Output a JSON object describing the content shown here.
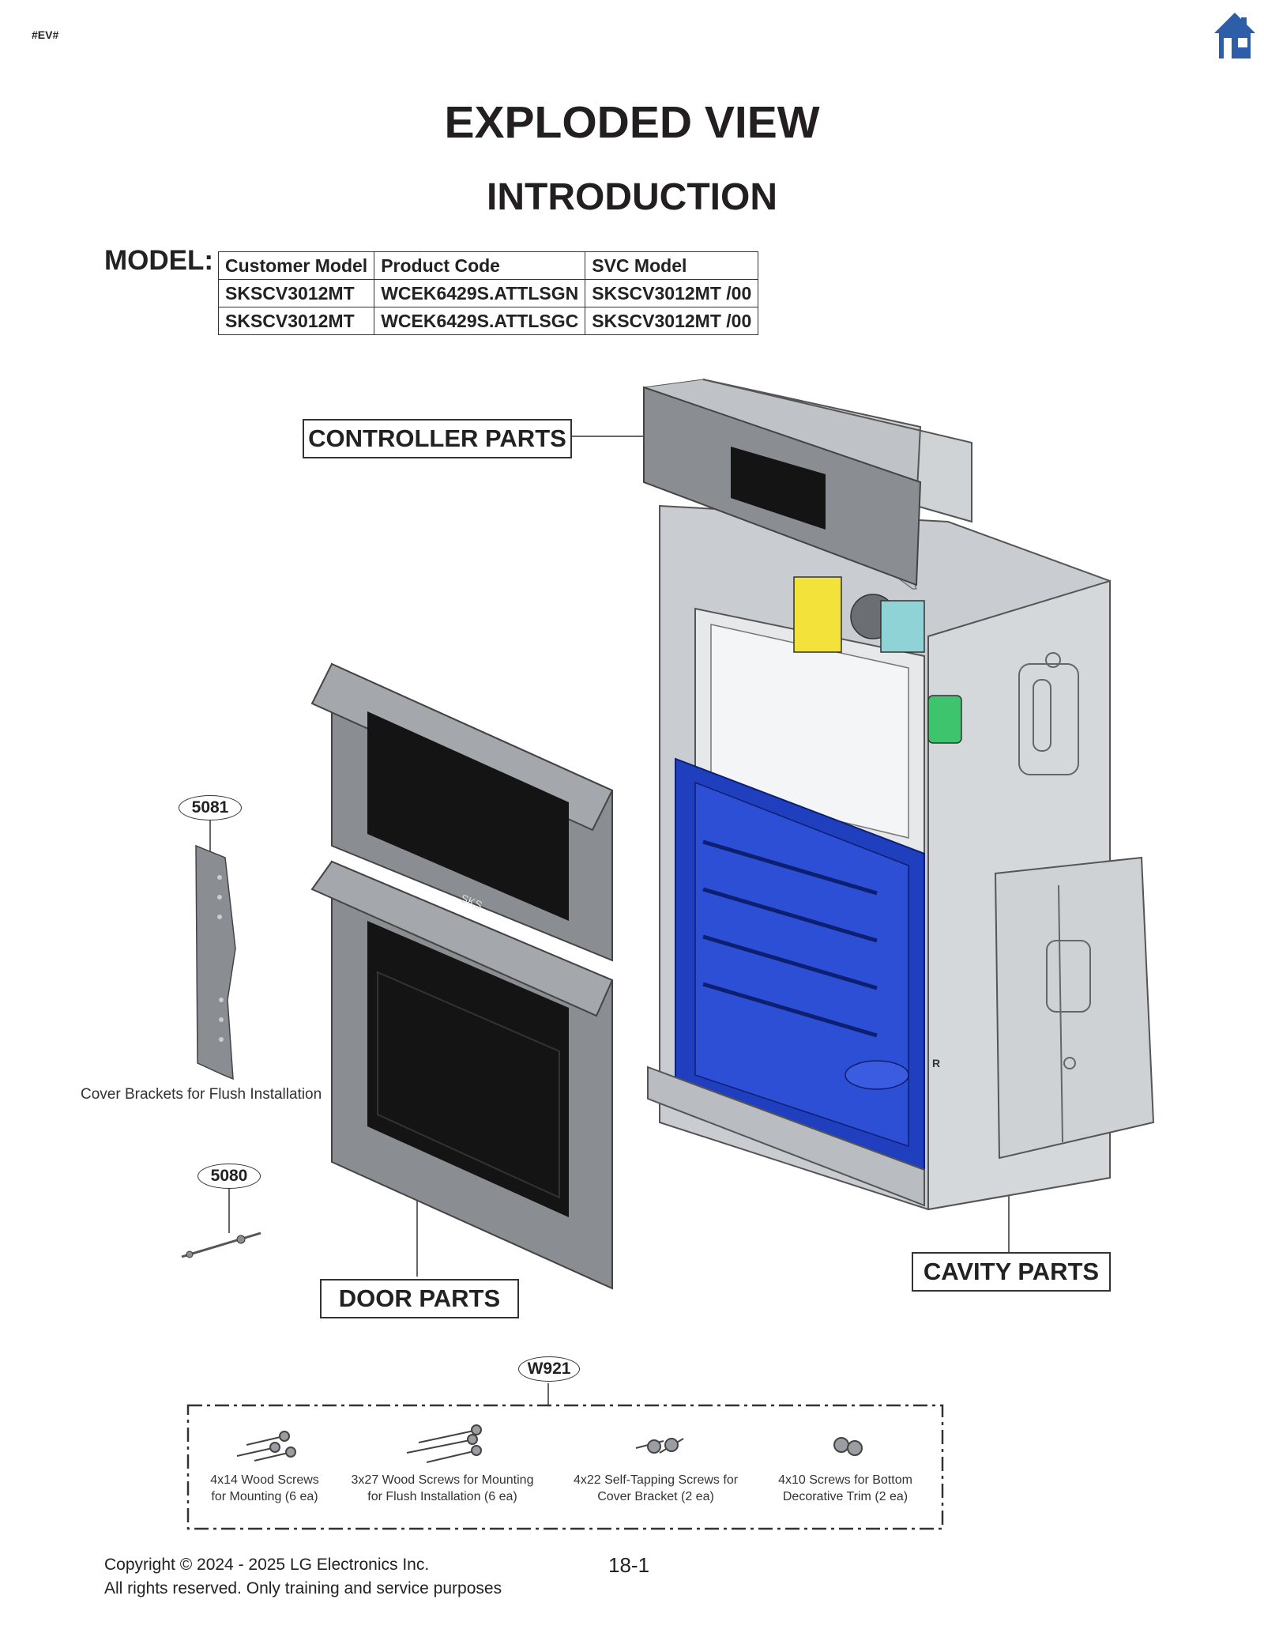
{
  "header": {
    "page_tag": "#EV#",
    "title": "EXPLODED VIEW",
    "subtitle": "INTRODUCTION",
    "home_icon": "home-icon"
  },
  "model": {
    "label": "MODEL:",
    "columns": [
      "Customer Model",
      "Product Code",
      "SVC Model"
    ],
    "rows": [
      [
        "SKSCV3012MT",
        "WCEK6429S.ATTLSGN",
        "SKSCV3012MT  /00"
      ],
      [
        "SKSCV3012MT",
        "WCEK6429S.ATTLSGC",
        "SKSCV3012MT  /00"
      ]
    ]
  },
  "diagram": {
    "controller_label": "CONTROLLER PARTS",
    "door_label": "DOOR PARTS",
    "cavity_label": "CAVITY PARTS",
    "door_brand": "SKS",
    "cavity_mark": "R",
    "parts": [
      {
        "code": "5081",
        "caption": "Cover Brackets for Flush Installation"
      },
      {
        "code": "5080",
        "caption": ""
      }
    ]
  },
  "screws": {
    "code": "W921",
    "items": [
      {
        "line1": "4x14 Wood Screws",
        "line2": "for Mounting (6 ea)"
      },
      {
        "line1": "3x27 Wood Screws for Mounting",
        "line2": "for Flush Installation (6 ea)"
      },
      {
        "line1": "4x22 Self-Tapping Screws for",
        "line2": "Cover Bracket (2 ea)"
      },
      {
        "line1": "4x10 Screws for Bottom",
        "line2": "Decorative Trim (2 ea)"
      }
    ]
  },
  "footer": {
    "copyright_line1": "Copyright © 2024 - 2025 LG Electronics Inc.",
    "copyright_line2": "All rights reserved. Only training and service purposes",
    "page_number": "18-1"
  },
  "colors": {
    "home_icon": "#2f5ea8",
    "cavity_blue": "#1f3fbf",
    "steel": "#8a8d91",
    "steel_light": "#c9ccd0",
    "glass": "#141414",
    "yellow_part": "#f2e23a",
    "green_part": "#3ec46d",
    "teal_part": "#8fd3d6"
  }
}
